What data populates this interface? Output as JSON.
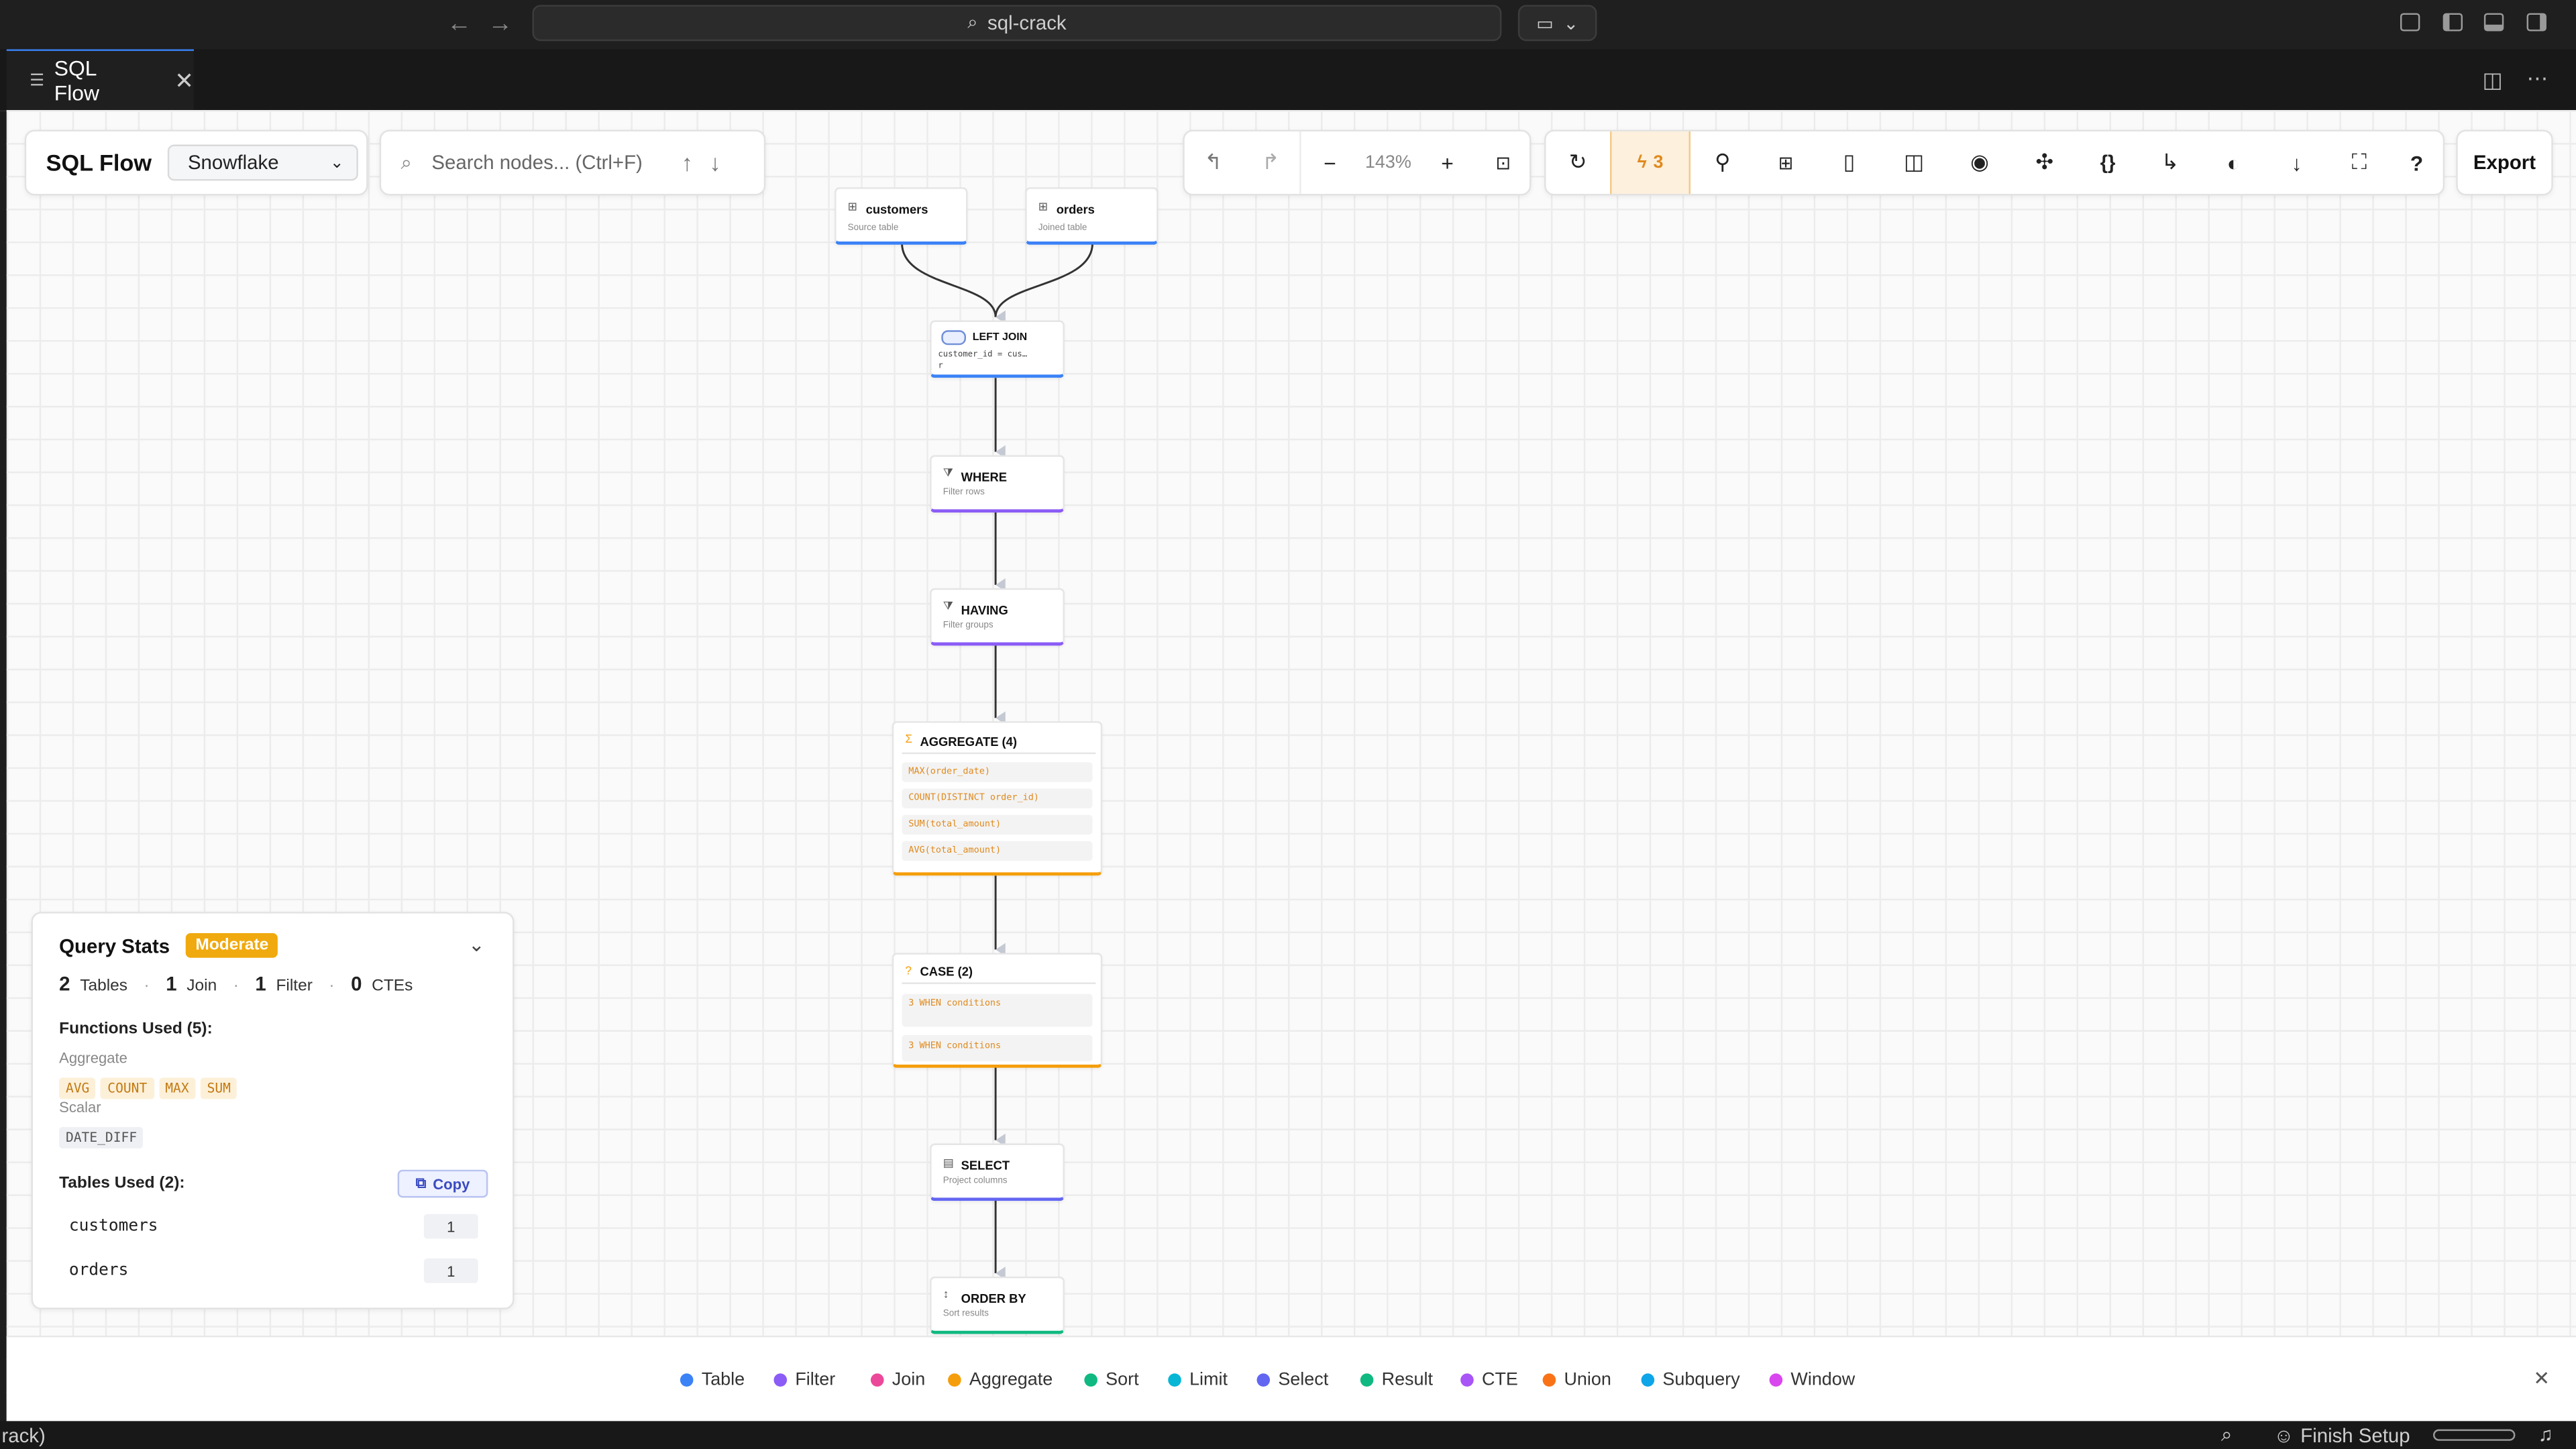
{
  "titlebar": {
    "command_center": "sql-crack"
  },
  "tab": {
    "label": "SQL Flow"
  },
  "toolbar": {
    "title": "SQL Flow",
    "dialect": "Snowflake",
    "search_placeholder": "Search nodes... (Ctrl+F)",
    "zoom": "143%",
    "hint_count": "3",
    "export_label": "Export"
  },
  "nodes": {
    "customers": {
      "label": "customers",
      "sub": "Source table"
    },
    "orders": {
      "label": "orders",
      "sub": "Joined table"
    },
    "join": {
      "label": "LEFT JOIN",
      "detail1": "customer_id = cus…",
      "detail2": "r"
    },
    "where": {
      "label": "WHERE",
      "sub": "Filter rows"
    },
    "having": {
      "label": "HAVING",
      "sub": "Filter groups"
    },
    "aggregate": {
      "label": "AGGREGATE (4)",
      "items": [
        "MAX(order_date)",
        "COUNT(DISTINCT order_id)",
        "SUM(total_amount)",
        "AVG(total_amount)"
      ]
    },
    "case": {
      "label": "CASE (2)",
      "items": [
        "3 WHEN conditions",
        "3 WHEN conditions"
      ]
    },
    "select": {
      "label": "SELECT",
      "sub": "Project columns"
    },
    "orderby": {
      "label": "ORDER BY",
      "sub": "Sort results"
    }
  },
  "stats": {
    "title": "Query Stats",
    "complexity": "Moderate",
    "counts": [
      {
        "value": "2",
        "label": "Tables"
      },
      {
        "value": "1",
        "label": "Join"
      },
      {
        "value": "1",
        "label": "Filter"
      },
      {
        "value": "0",
        "label": "CTEs"
      }
    ],
    "functions_title": "Functions Used (5):",
    "aggregate_label": "Aggregate",
    "aggregate_fns": [
      "AVG",
      "COUNT",
      "MAX",
      "SUM"
    ],
    "scalar_label": "Scalar",
    "scalar_fns": [
      "DATE_DIFF"
    ],
    "tables_title": "Tables Used (2):",
    "copy_label": "Copy",
    "tables": [
      {
        "name": "customers",
        "count": "1"
      },
      {
        "name": "orders",
        "count": "1"
      }
    ]
  },
  "legend": [
    {
      "label": "Table",
      "color": "#3b82f6"
    },
    {
      "label": "Filter",
      "color": "#8b5cf6"
    },
    {
      "label": "Join",
      "color": "#ec4899"
    },
    {
      "label": "Aggregate",
      "color": "#f59e0b"
    },
    {
      "label": "Sort",
      "color": "#10b981"
    },
    {
      "label": "Limit",
      "color": "#06b6d4"
    },
    {
      "label": "Select",
      "color": "#6366f1"
    },
    {
      "label": "Result",
      "color": "#10b981"
    },
    {
      "label": "CTE",
      "color": "#a855f7"
    },
    {
      "label": "Union",
      "color": "#f97316"
    },
    {
      "label": "Subquery",
      "color": "#0ea5e9"
    },
    {
      "label": "Window",
      "color": "#d946ef"
    }
  ],
  "statusbar": {
    "left_text": "rack)",
    "finish_setup": "Finish Setup"
  }
}
